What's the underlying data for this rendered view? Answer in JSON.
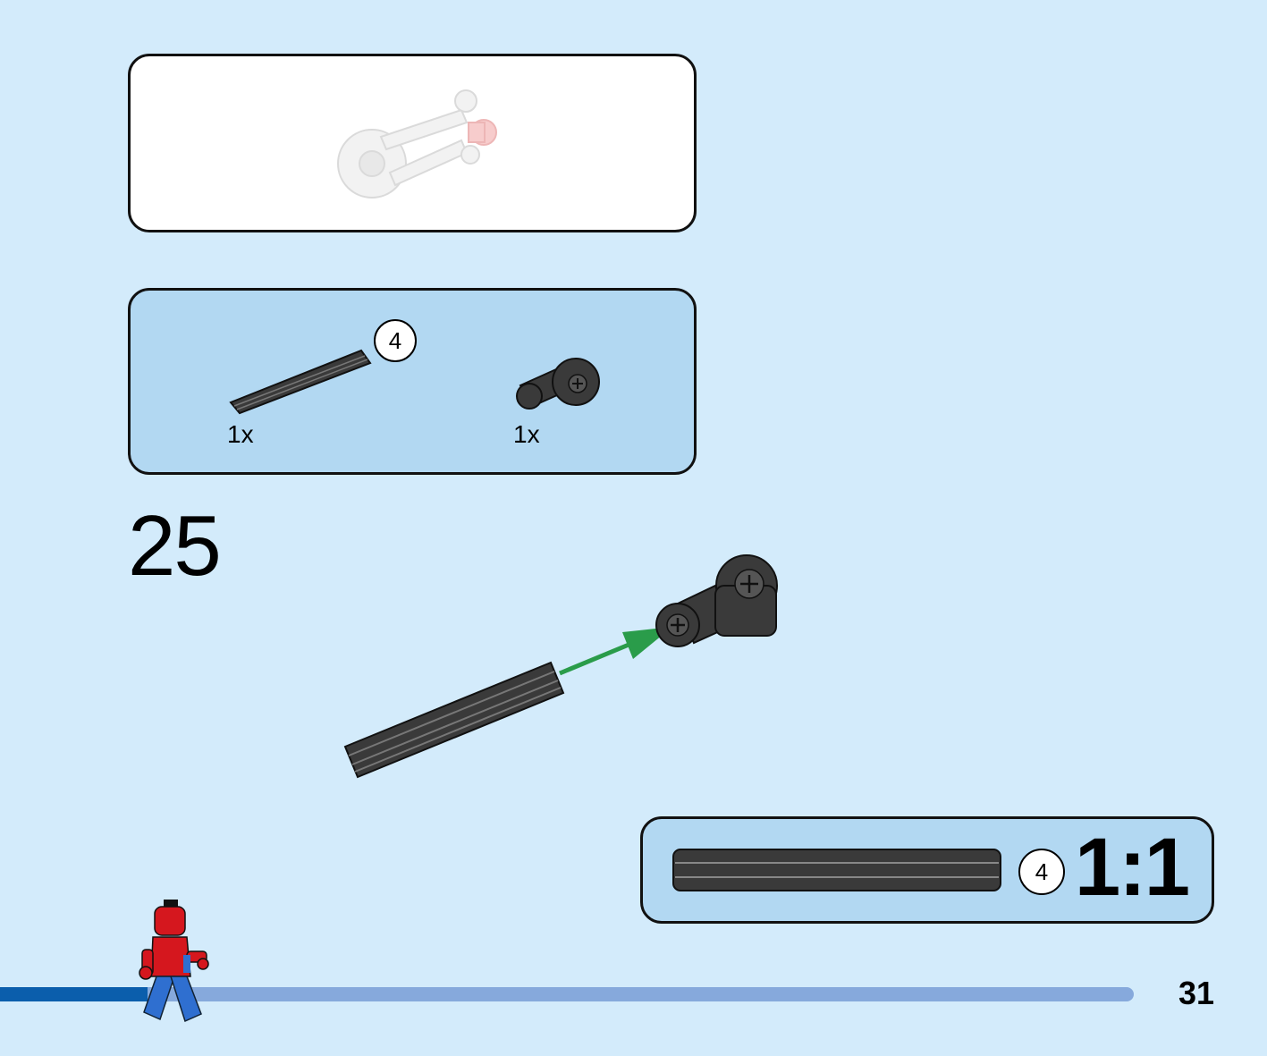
{
  "parts_list": {
    "items": [
      {
        "name": "axle",
        "length_badge": "4",
        "quantity": "1x"
      },
      {
        "name": "axle-connector",
        "quantity": "1x"
      }
    ]
  },
  "step": {
    "number": "25"
  },
  "scale_check": {
    "length_badge": "4",
    "ratio": "1:1"
  },
  "page": {
    "number": "31"
  },
  "progress": {
    "fraction": 0.13
  },
  "colors": {
    "background": "#d3ebfb",
    "panel_fill": "#b2d8f2",
    "arrow": "#2a9c4a",
    "progress_done": "#0b5eac",
    "progress_remaining": "#86a9dc",
    "part_dark": "#3a3a3a"
  }
}
